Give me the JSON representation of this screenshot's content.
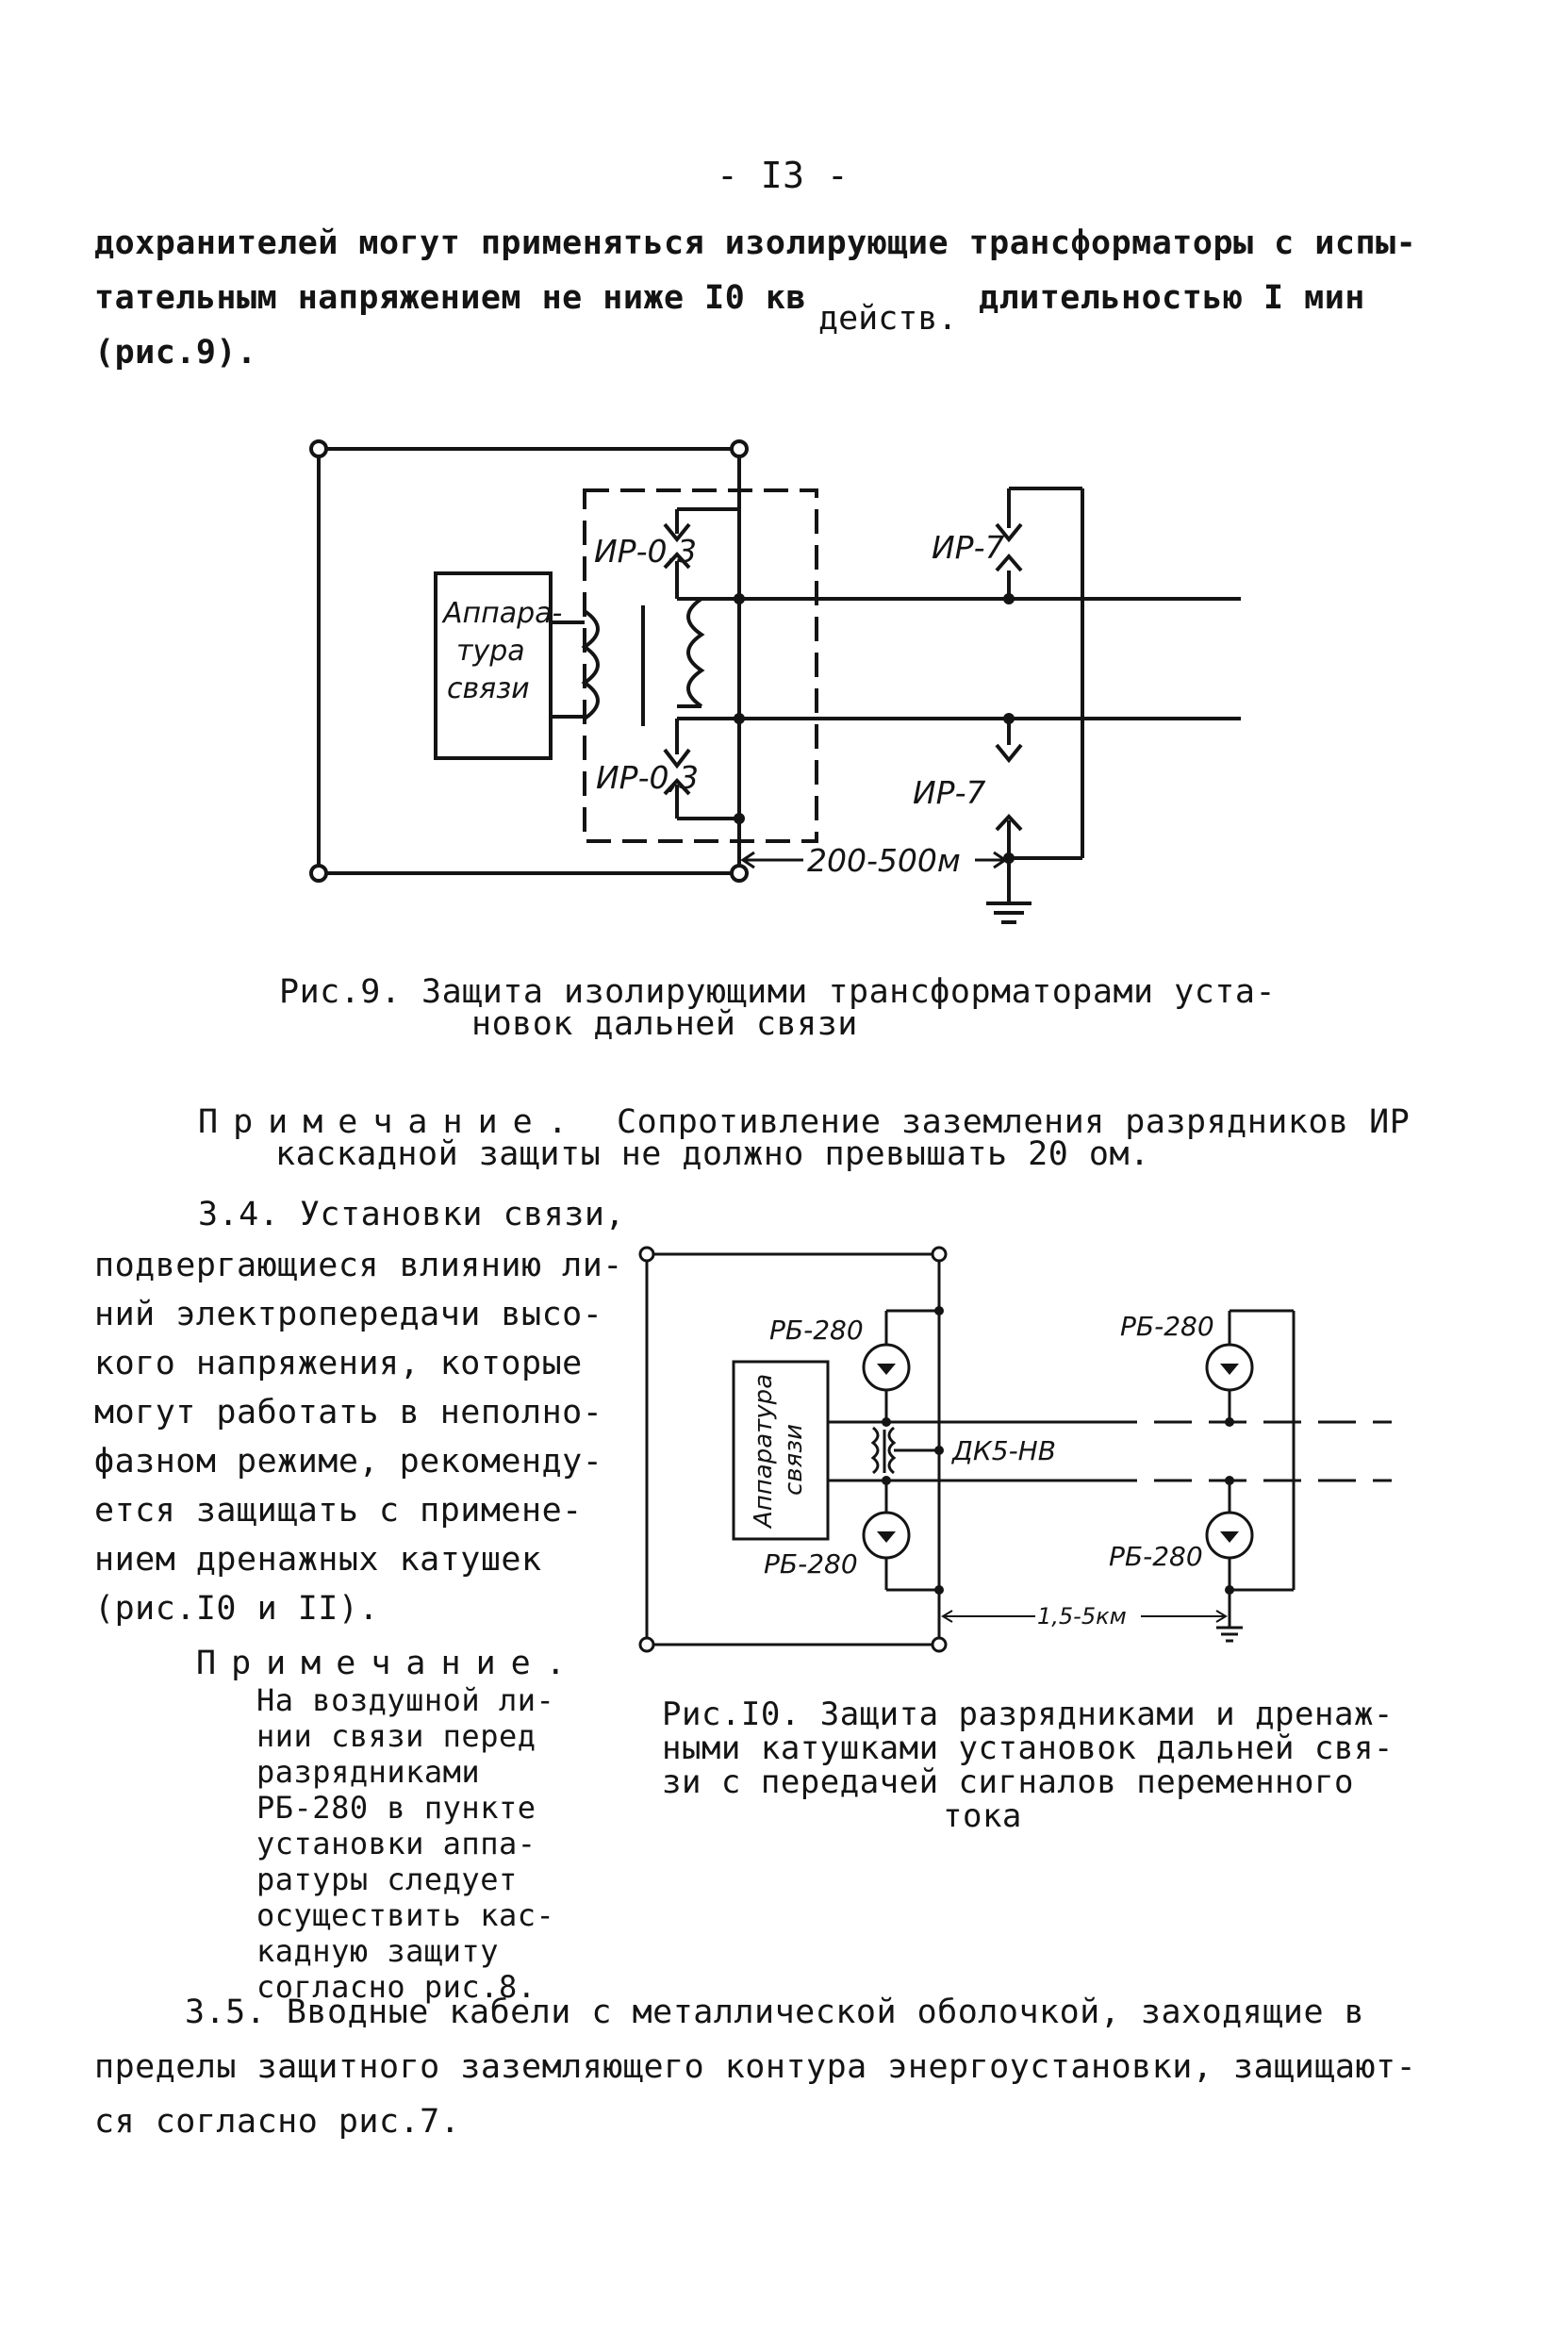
{
  "page_number": "- I3 -",
  "intro": {
    "line1": "дохранителей могут применяться изолирующие трансформаторы с испы-",
    "line2a": "тательным напряжением не ниже I0 кв",
    "line2sub": "действ.",
    "line2b": "длительностью I мин",
    "line3": "(рис.9)."
  },
  "fig9": {
    "box_label": [
      "Аппара-",
      "тура",
      "связи"
    ],
    "label_ir03_top": "ИР-0,3",
    "label_ir03_bottom": "ИР-0,3",
    "label_ir7_top": "ИР-7",
    "label_ir7_bottom": "ИР-7",
    "distance": "200-500м",
    "caption_line1": "Рис.9. Защита изолирующими трансформаторами уста-",
    "caption_line2": "новок дальней связи"
  },
  "note1": {
    "label": "Примечание.",
    "text_line1": "Сопротивление заземления разрядников ИР",
    "text_line2": "каскадной защиты не должно превышать 20 ом."
  },
  "section34": [
    "3.4. Установки связи,",
    "подвергающиеся влиянию ли-",
    "ний электропередачи высо-",
    "кого напряжения, которые",
    "могут работать в неполно-",
    "фазном режиме, рекоменду-",
    "ется защищать с примене-",
    "нием дренажных катушек",
    "(рис.I0 и II)."
  ],
  "note2": {
    "label": "Примечание.",
    "lines": [
      "На воздушной ли-",
      "нии связи перед",
      "разрядниками",
      "РБ-280 в пункте",
      "установки аппа-",
      "ратуры следует",
      "осуществить кас-",
      "кадную защиту",
      "согласно рис.8."
    ]
  },
  "fig10": {
    "box_label": [
      "Аппаратура",
      "связи"
    ],
    "rb_top_left": "РБ-280",
    "rb_top_right": "РБ-280",
    "rb_bottom_left": "РБ-280",
    "rb_bottom_right": "РБ-280",
    "coil": "ДК5-НВ",
    "distance": "1,5-5км",
    "caption_lines": [
      "Рис.I0. Защита разрядниками и дренаж-",
      "ными катушками установок дальней свя-",
      "зи с передачей сигналов переменного",
      "тока"
    ]
  },
  "section35": {
    "line1": "3.5. Вводные кабели с металлической оболочкой, заходящие в",
    "line2": "пределы защитного заземляющего контура энергоустановки, защищают-",
    "line3": "ся согласно рис.7."
  }
}
